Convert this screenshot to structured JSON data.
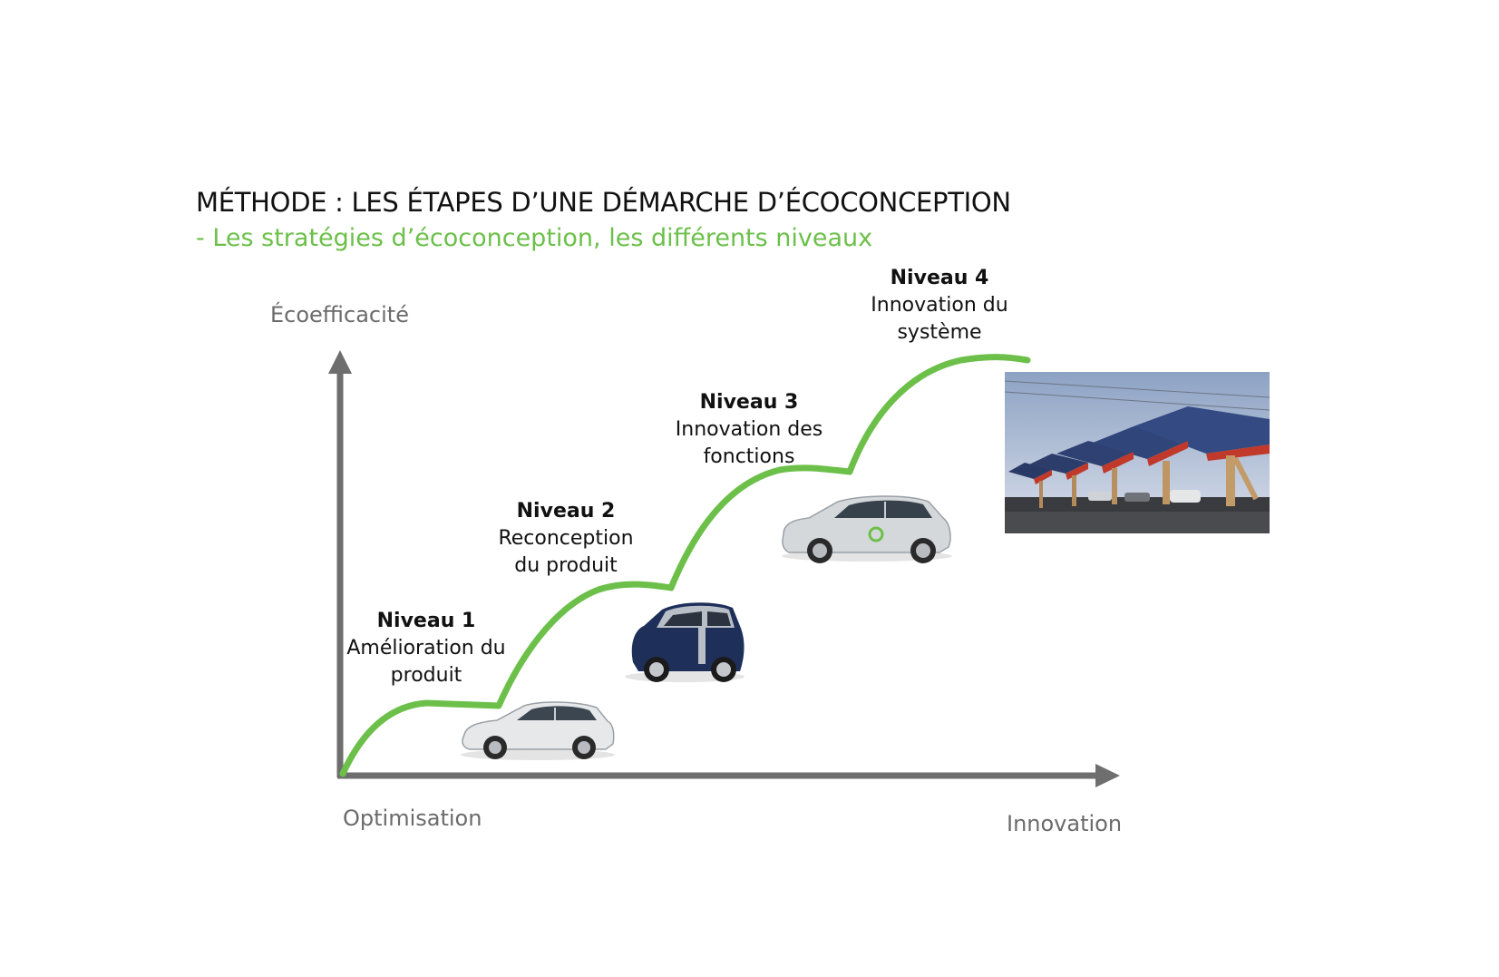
{
  "title": "MÉTHODE : LES ÉTAPES D’UNE DÉMARCHE D’ÉCOCONCEPTION",
  "subtitle": "- Les stratégies d’écoconception, les différents niveaux",
  "axes": {
    "y_label": "Écoefficacité",
    "x_origin_label": "Optimisation",
    "x_end_label": "Innovation"
  },
  "levels": [
    {
      "title": "Niveau 1",
      "desc_line1": "Amélioration du",
      "desc_line2": "produit"
    },
    {
      "title": "Niveau 2",
      "desc_line1": "Reconception",
      "desc_line2": "du produit"
    },
    {
      "title": "Niveau 3",
      "desc_line1": "Innovation des",
      "desc_line2": "fonctions"
    },
    {
      "title": "Niveau 4",
      "desc_line1": "Innovation du",
      "desc_line2": "système"
    }
  ],
  "colors": {
    "curve": "#6cc04a",
    "axis": "#6e6e6e",
    "title": "#111111",
    "subtitle": "#6cc04a"
  },
  "images": [
    {
      "name": "hybrid-car-image"
    },
    {
      "name": "smart-car-image"
    },
    {
      "name": "electric-car-image"
    },
    {
      "name": "solar-carport-photo"
    }
  ]
}
